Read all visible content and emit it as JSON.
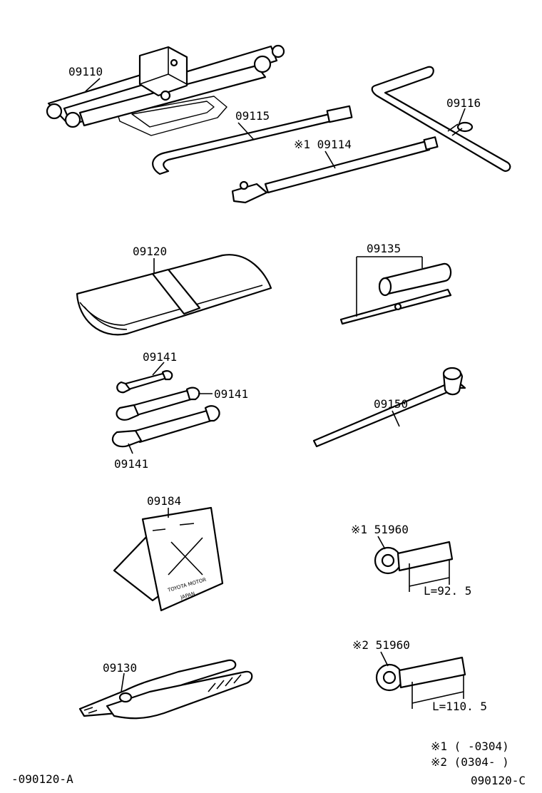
{
  "labels": {
    "jack": "09110",
    "jack_handle": "09115",
    "handle_ext": "※1 09114",
    "wheel_brace": "09116",
    "tool_bag": "09120",
    "screwdriver": "09135",
    "wrench_small": "09141",
    "wrench_mid": "09141",
    "wrench_large": "09141",
    "lug_wrench": "09150",
    "chock": "09184",
    "pliers": "09130",
    "towing_eye_1": "※1 51960",
    "towing_eye_1_len": "L=92. 5",
    "towing_eye_2": "※2 51960",
    "towing_eye_2_len": "L=110. 5"
  },
  "chock_text": {
    "line1": "TOYOTA MOTOR",
    "line2": "JAPAN"
  },
  "notes": {
    "note1": "※1 (       -0304)",
    "note2": "※2 (0304-       )"
  },
  "codes": {
    "left": "-090120-A",
    "right": "090120-C"
  }
}
